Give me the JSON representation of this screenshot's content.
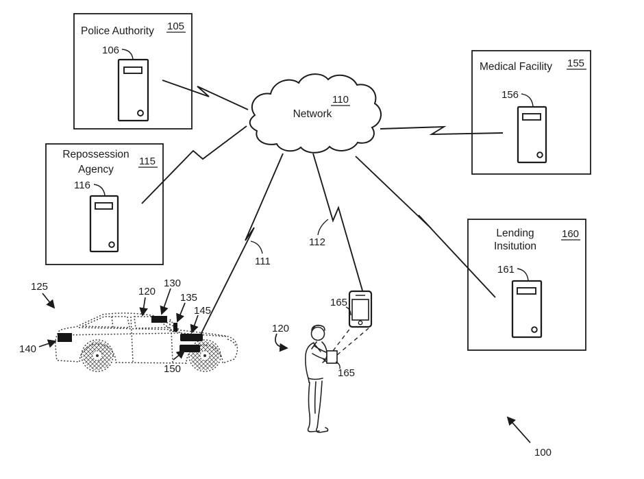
{
  "figure": {
    "colors": {
      "ink": "#1b1b1b",
      "background": "#ffffff",
      "device_fill": "#161616"
    },
    "network": {
      "label": "Network",
      "ref": "110"
    },
    "police": {
      "title": "Police Authority",
      "ref": "105",
      "server_ref": "106"
    },
    "repossession": {
      "title_line1": "Repossession",
      "title_line2": "Agency",
      "ref": "115",
      "server_ref": "116"
    },
    "medical": {
      "title": "Medical Facility",
      "ref": "155",
      "server_ref": "156"
    },
    "lending": {
      "title_line1": "Lending",
      "title_line2": "Insitution",
      "ref": "160",
      "server_ref": "161"
    },
    "links": {
      "vehicle_link_ref": "111",
      "mobile_link_ref": "112"
    },
    "vehicle": {
      "ref": "125",
      "cabin_device_ref": "120",
      "roof_device_ref": "130",
      "pillar_device_ref": "135",
      "quarter_device_ref": "145",
      "rear_device_ref": "140",
      "lower_device_ref": "150"
    },
    "user": {
      "ref": "120",
      "device_ref": "165",
      "device_detail_ref": "165"
    },
    "system_ref": "100"
  }
}
